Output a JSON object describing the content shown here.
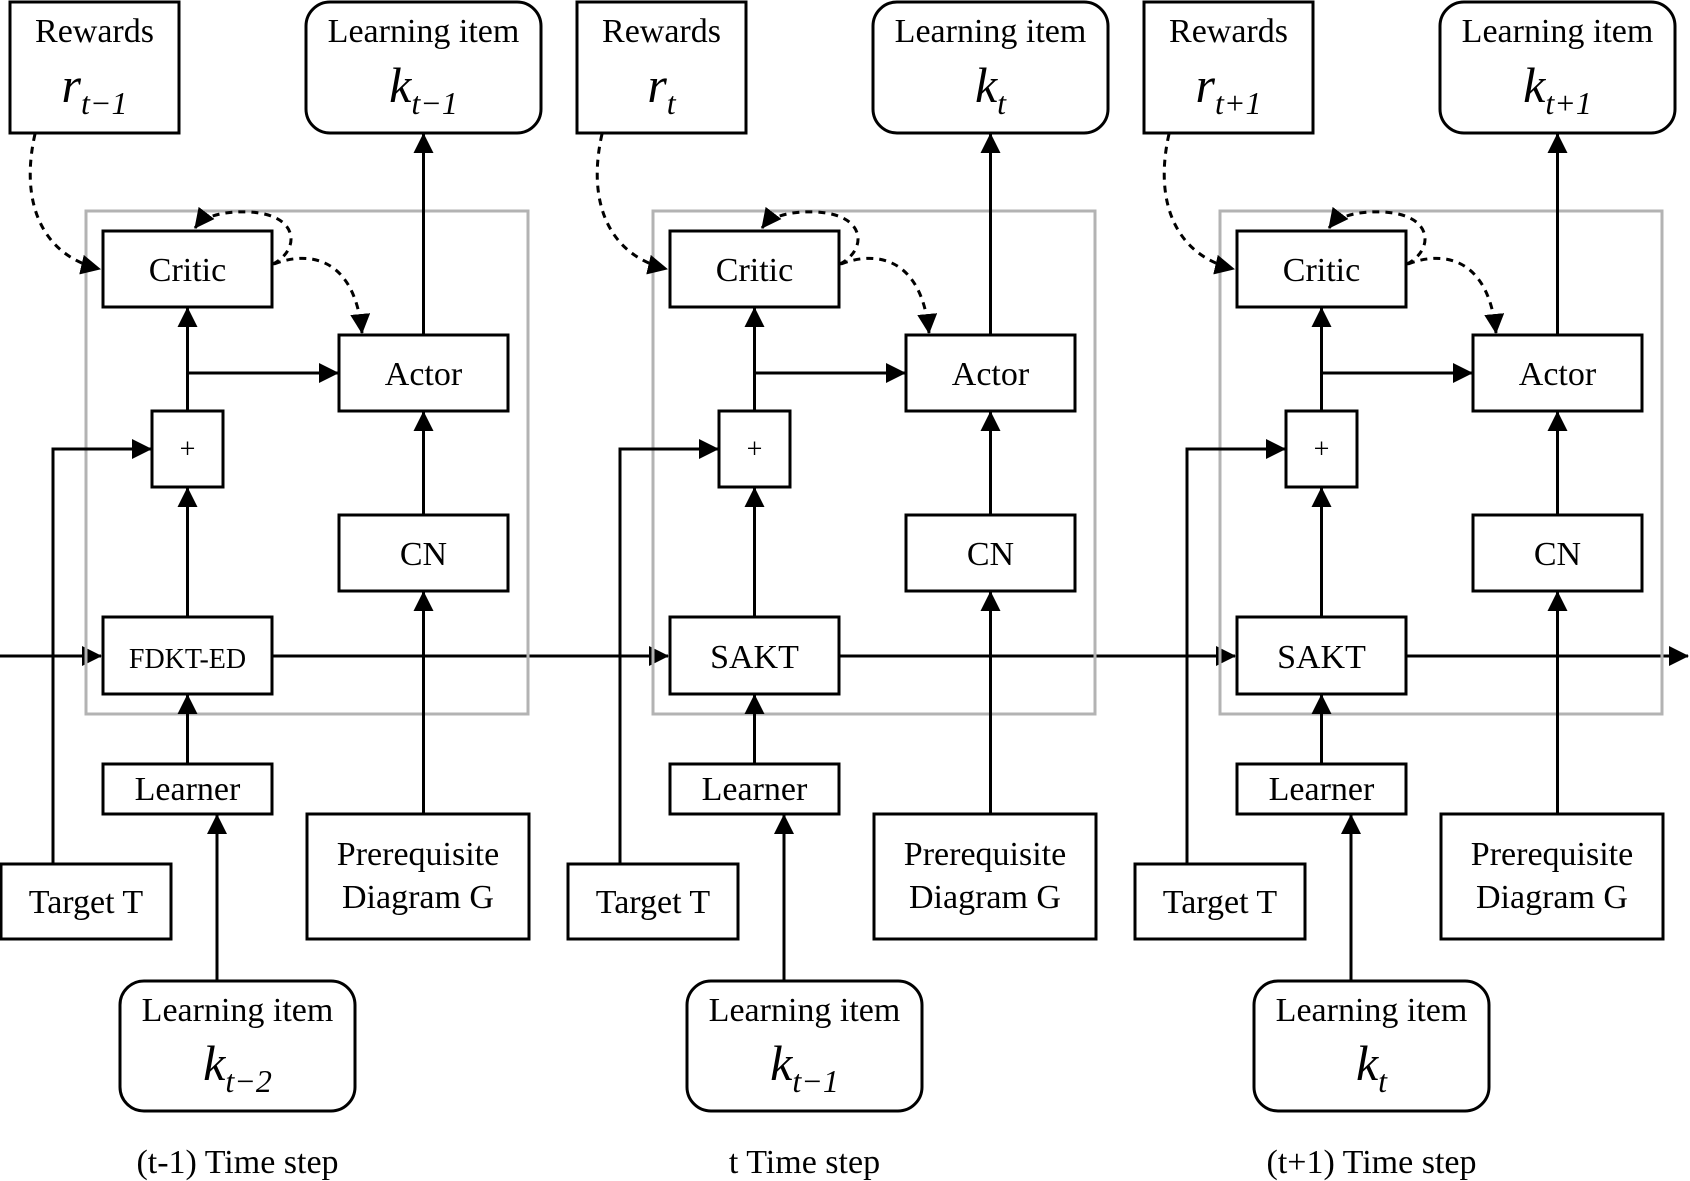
{
  "diagram": {
    "type": "block-diagram",
    "description": "Actor-critic learning path recommendation unrolled over three time steps",
    "common_labels": {
      "rewards": "Rewards",
      "learning_item": "Learning item",
      "critic": "Critic",
      "actor": "Actor",
      "plus": "+",
      "cn": "CN",
      "learner": "Learner",
      "target": "Target T",
      "prereq_line1": "Prerequisite",
      "prereq_line2": "Diagram G"
    },
    "panels": [
      {
        "time_step_label": "(t-1) Time step",
        "reward_var": "r",
        "reward_sub": "t−1",
        "output_item_var": "k",
        "output_item_sub": "t−1",
        "input_item_var": "k",
        "input_item_sub": "t−2",
        "knowledge_tracing_model": "FDKT-ED"
      },
      {
        "time_step_label": "t Time step",
        "reward_var": "r",
        "reward_sub": "t",
        "output_item_var": "k",
        "output_item_sub": "t",
        "input_item_var": "k",
        "input_item_sub": "t−1",
        "knowledge_tracing_model": "SAKT"
      },
      {
        "time_step_label": "(t+1) Time step",
        "reward_var": "r",
        "reward_sub": "t+1",
        "output_item_var": "k",
        "output_item_sub": "t+1",
        "input_item_var": "k",
        "input_item_sub": "t",
        "knowledge_tracing_model": "SAKT"
      }
    ],
    "edges": [
      {
        "from": "Rewards",
        "to": "Critic",
        "style": "dashed"
      },
      {
        "from": "Critic",
        "to": "Critic",
        "style": "dashed",
        "note": "self-loop"
      },
      {
        "from": "Critic",
        "to": "Actor",
        "style": "dashed"
      },
      {
        "from": "+",
        "to": "Critic",
        "style": "solid"
      },
      {
        "from": "+",
        "to": "Actor",
        "style": "solid"
      },
      {
        "from": "Target T",
        "to": "+",
        "style": "solid"
      },
      {
        "from": "Knowledge tracing model",
        "to": "+",
        "style": "solid"
      },
      {
        "from": "Learner",
        "to": "Knowledge tracing model",
        "style": "solid"
      },
      {
        "from": "Learning item (input)",
        "to": "Learner",
        "style": "solid"
      },
      {
        "from": "Prerequisite Diagram G",
        "to": "CN",
        "style": "solid"
      },
      {
        "from": "CN",
        "to": "Actor",
        "style": "solid"
      },
      {
        "from": "Actor",
        "to": "Learning item (output)",
        "style": "solid"
      },
      {
        "from": "Knowledge tracing model (prev step)",
        "to": "Knowledge tracing model (next step)",
        "style": "solid"
      }
    ]
  }
}
